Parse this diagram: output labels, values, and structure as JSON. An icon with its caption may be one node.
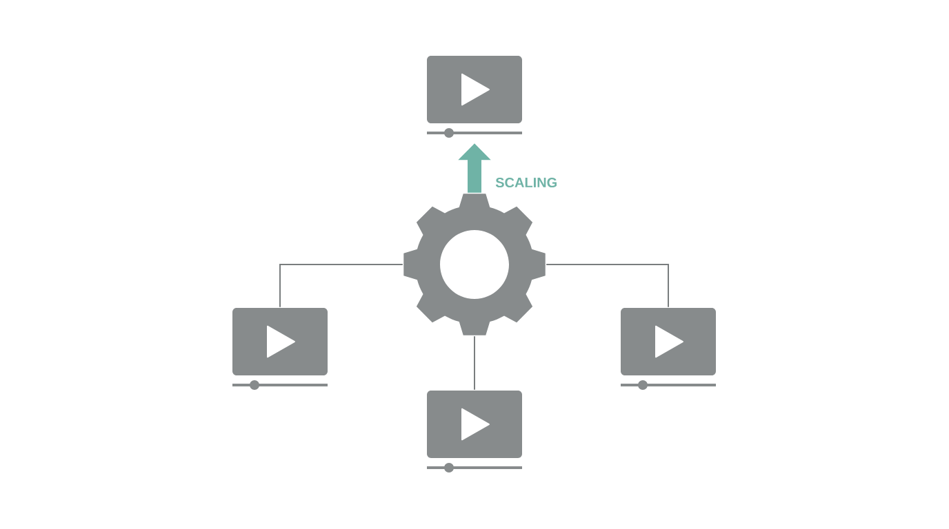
{
  "diagram": {
    "nodes": [
      {
        "text": [],
        "shape": "picture"
      },
      {
        "text": [],
        "shape": "gear"
      },
      {
        "text": [],
        "shape": "picture"
      },
      {
        "text": [],
        "shape": "picture"
      },
      {
        "text": [],
        "shape": "picture"
      }
    ],
    "edges": [
      {
        "from": 1,
        "to": 0,
        "arrow": "to",
        "label": "SCALING",
        "style": "thick",
        "color": "#6fb3a6"
      },
      {
        "from": 1,
        "to": 2,
        "arrow": "none"
      },
      {
        "from": 1,
        "to": 3,
        "arrow": "none"
      },
      {
        "from": 1,
        "to": 4,
        "arrow": "none"
      }
    ]
  }
}
